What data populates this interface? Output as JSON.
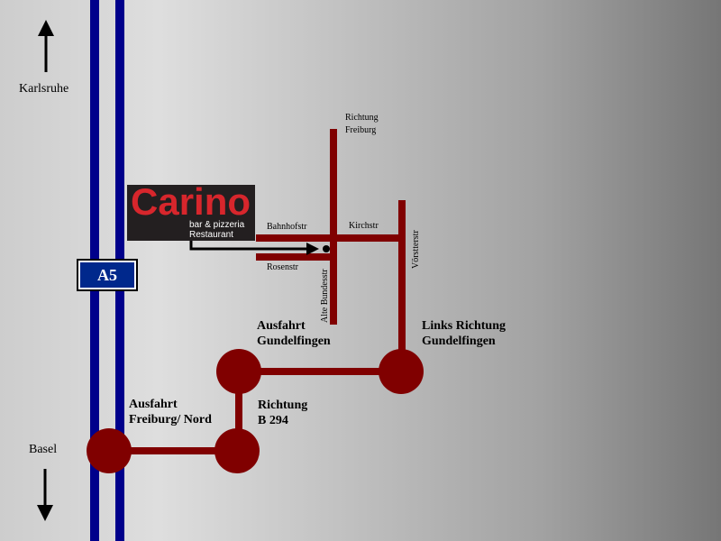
{
  "colors": {
    "road": "#800000",
    "highway": "#00008b",
    "logo_red": "#d7262c"
  },
  "highway": {
    "name": "A5"
  },
  "cities": {
    "north": "Karlsruhe",
    "south": "Basel"
  },
  "logo": {
    "name": "Carino",
    "line1": "bar & pizzeria",
    "line2": "Restaurant"
  },
  "streets": {
    "bahnhofstr": "Bahnhofstr",
    "rosenstr": "Rosenstr",
    "kirchstr": "Kirchstr",
    "alte_bundesstr": "Alte Bundesstr",
    "voerstetterstr": "Vörstterstr"
  },
  "directions": {
    "freiburg": [
      "Richtung",
      "Freiburg"
    ],
    "ausfahrt_gundelfingen": [
      "Ausfahrt",
      "Gundelfingen"
    ],
    "links_gundelfingen": [
      "Links Richtung",
      "Gundelfingen"
    ],
    "ausfahrt_freiburg_nord": [
      "Ausfahrt",
      "Freiburg/ Nord"
    ],
    "b294": [
      "Richtung",
      "B 294"
    ]
  }
}
